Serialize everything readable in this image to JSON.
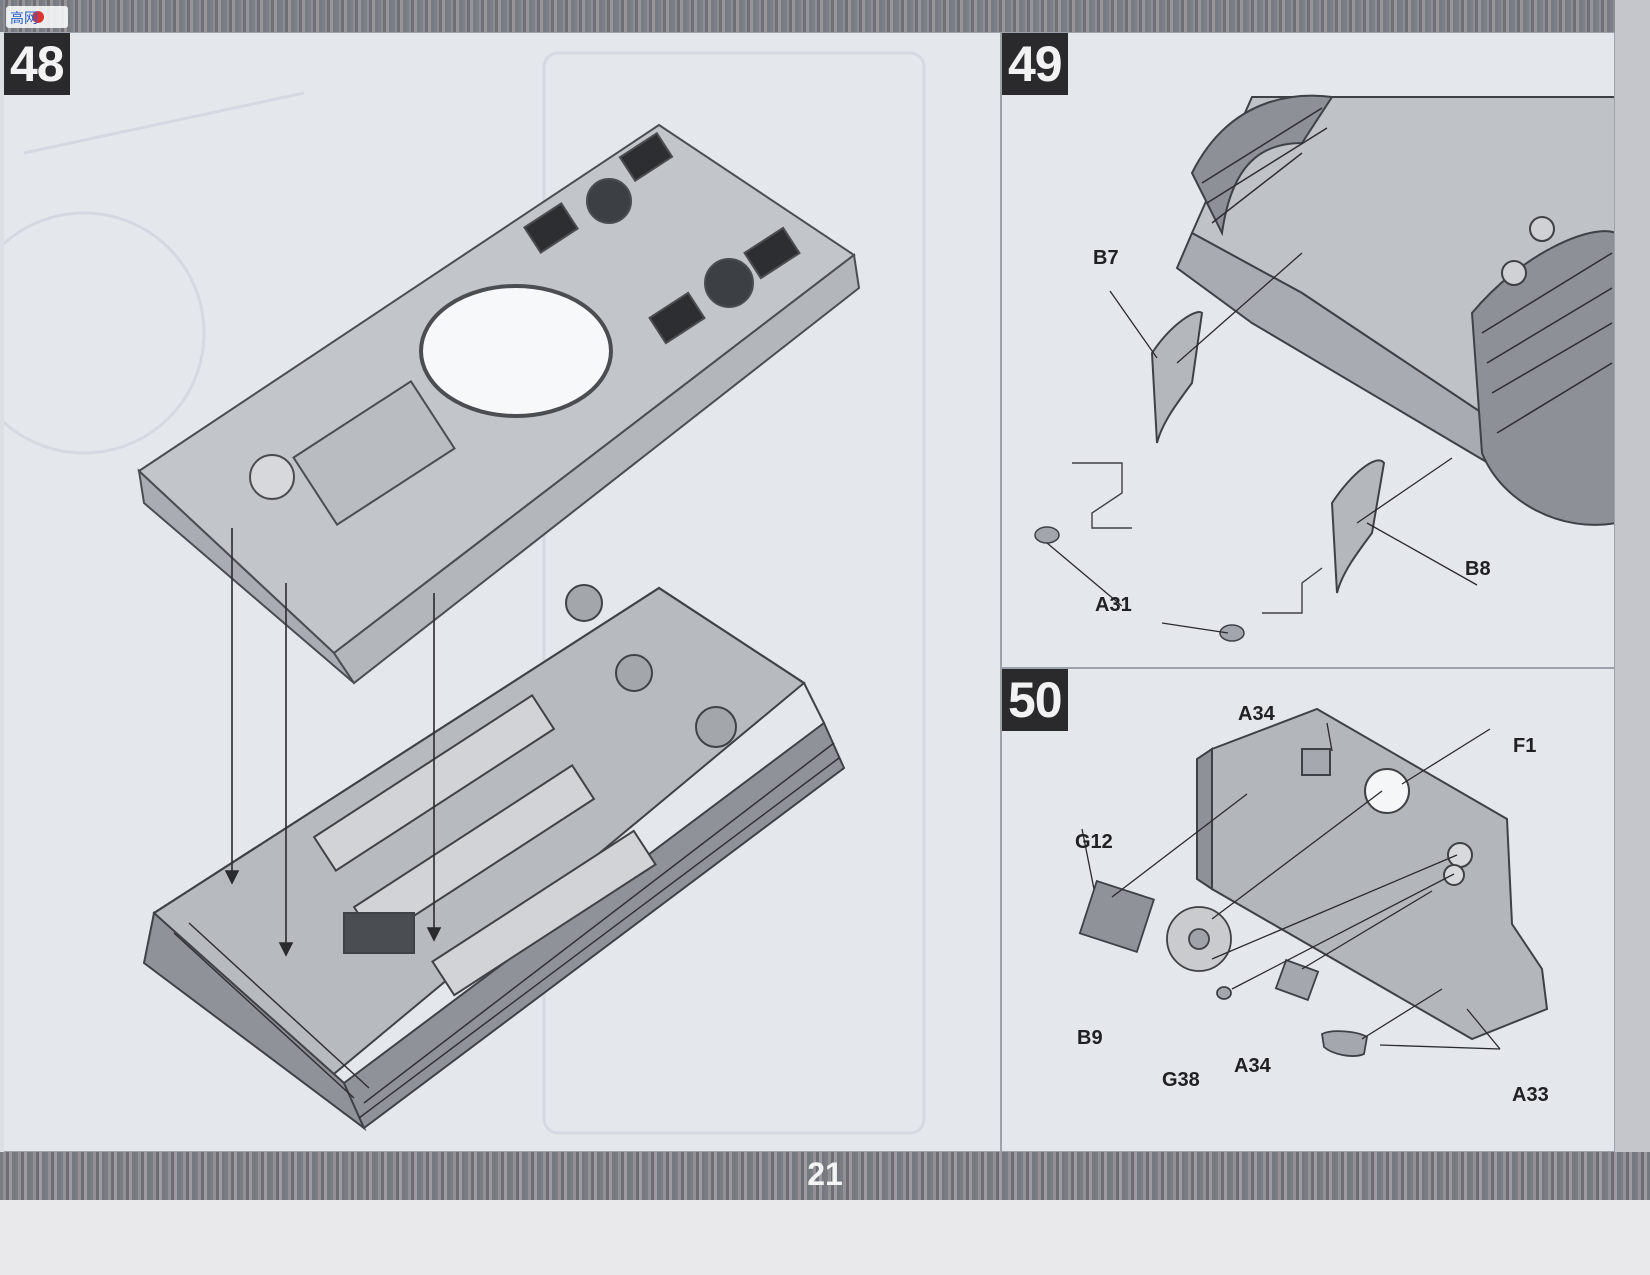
{
  "steps": [
    {
      "number": "48"
    },
    {
      "number": "49",
      "parts": [
        "B7",
        "B8",
        "A31"
      ]
    },
    {
      "number": "50",
      "parts": [
        "A34",
        "F1",
        "G12",
        "B9",
        "G38",
        "A34",
        "A33"
      ]
    }
  ],
  "page_number": "21",
  "watermark_text": "高网"
}
